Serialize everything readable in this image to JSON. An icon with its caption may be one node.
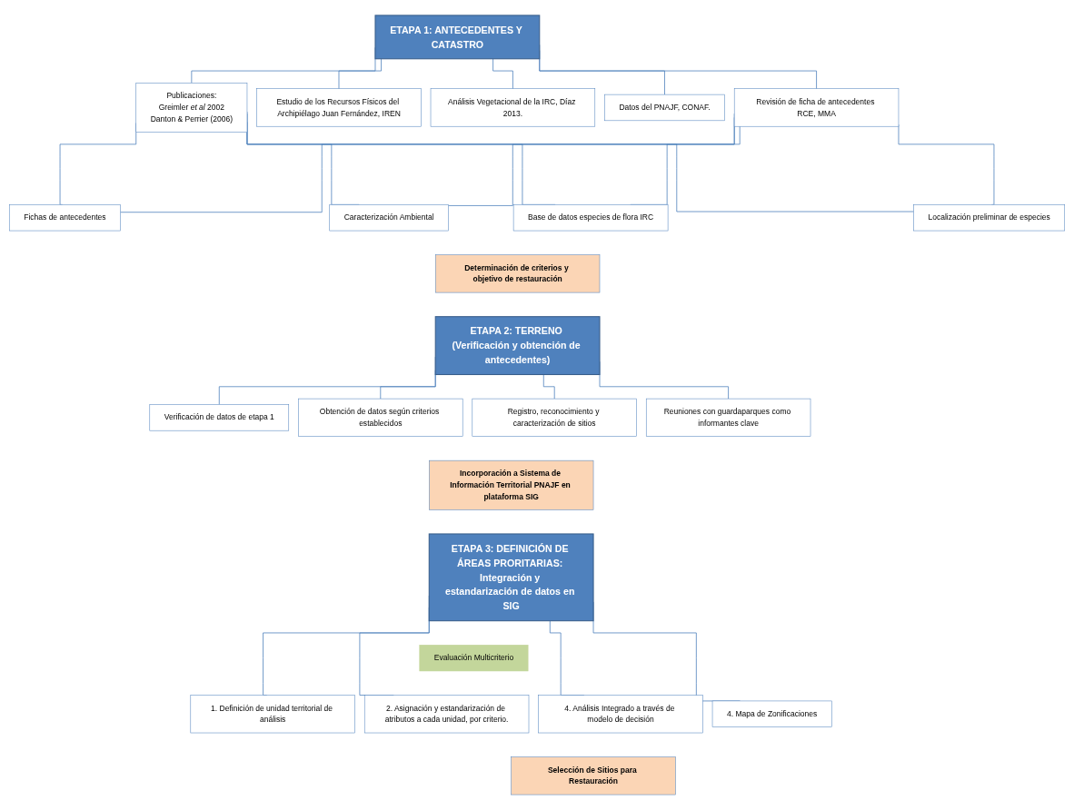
{
  "diagram": {
    "nodes": [
      {
        "text": [
          "ETAPA 1: ANTECEDENTES Y CATASTRO"
        ]
      },
      {
        "text": [
          "Publicaciones:",
          "Greimler *et al* 2002",
          "Danton & Perrier (2006)"
        ]
      },
      {
        "text": [
          "Estudio de los Recursos Físicos del Archipiélago Juan Fernández, IREN"
        ]
      },
      {
        "text": [
          "Análisis Vegetacional de la IRC, Díaz 2013."
        ]
      },
      {
        "text": [
          "Datos del PNAJF, CONAF."
        ]
      },
      {
        "text": [
          "Revisión de ficha de antecedentes RCE, MMA"
        ]
      },
      {
        "text": [
          "Fichas de antecedentes"
        ]
      },
      {
        "text": [
          "Caracterización Ambiental"
        ]
      },
      {
        "text": [
          "Base de datos especies de flora IRC"
        ]
      },
      {
        "text": [
          "Localización preliminar de especies"
        ]
      },
      {
        "text": [
          "Determinación de criterios y objetivo de restauración"
        ]
      },
      {
        "text": [
          "ETAPA 2: TERRENO (Verificación y obtención de antecedentes)"
        ]
      },
      {
        "text": [
          "Verificación de datos de etapa 1"
        ]
      },
      {
        "text": [
          "Obtención de datos según criterios establecidos"
        ]
      },
      {
        "text": [
          "Registro, reconocimiento y caracterización de sitios"
        ]
      },
      {
        "text": [
          "Reuniones con guardaparques como informantes clave"
        ]
      },
      {
        "text": [
          "Incorporación a Sistema de Información Territorial PNAJF en plataforma SIG"
        ]
      },
      {
        "text": [
          "ETAPA 3: DEFINICIÓN DE ÁREAS PRORITARIAS: Integración y estandarización de datos en SIG"
        ]
      },
      {
        "text": [
          "Evaluación Multicriterio"
        ]
      },
      {
        "text": [
          "1. Definición de unidad territorial de análisis"
        ]
      },
      {
        "text": [
          "2. Asignación y estandarización de atributos a cada unidad, por criterio."
        ]
      },
      {
        "text": [
          "4. Análisis Integrado a través de modelo de decisión"
        ]
      },
      {
        "text": [
          "4. Mapa de Zonificaciones"
        ]
      },
      {
        "text": [
          "Selección de Sitios para Restauración"
        ]
      }
    ],
    "edges": [
      {
        "from": 0,
        "to": 1,
        "arrow": "none"
      },
      {
        "from": 0,
        "to": 2,
        "arrow": "none"
      },
      {
        "from": 0,
        "to": 3,
        "arrow": "none"
      },
      {
        "from": 0,
        "to": 4,
        "arrow": "none"
      },
      {
        "from": 0,
        "to": 5,
        "arrow": "none"
      },
      {
        "from": 1,
        "to": 6,
        "arrow": "none"
      },
      {
        "from": 1,
        "to": 7,
        "arrow": "none"
      },
      {
        "from": 1,
        "to": 8,
        "arrow": "none"
      },
      {
        "from": 1,
        "to": 9,
        "arrow": "none"
      },
      {
        "from": 5,
        "to": 6,
        "arrow": "none"
      },
      {
        "from": 5,
        "to": 7,
        "arrow": "none"
      },
      {
        "from": 5,
        "to": 8,
        "arrow": "none"
      },
      {
        "from": 5,
        "to": 9,
        "arrow": "none"
      },
      {
        "from": 11,
        "to": 12,
        "arrow": "none"
      },
      {
        "from": 11,
        "to": 13,
        "arrow": "none"
      },
      {
        "from": 11,
        "to": 14,
        "arrow": "none"
      },
      {
        "from": 11,
        "to": 15,
        "arrow": "none"
      },
      {
        "from": 17,
        "to": 19,
        "arrow": "none"
      },
      {
        "from": 17,
        "to": 20,
        "arrow": "none"
      },
      {
        "from": 17,
        "to": 21,
        "arrow": "none"
      },
      {
        "from": 17,
        "to": 22,
        "arrow": "none"
      }
    ]
  }
}
